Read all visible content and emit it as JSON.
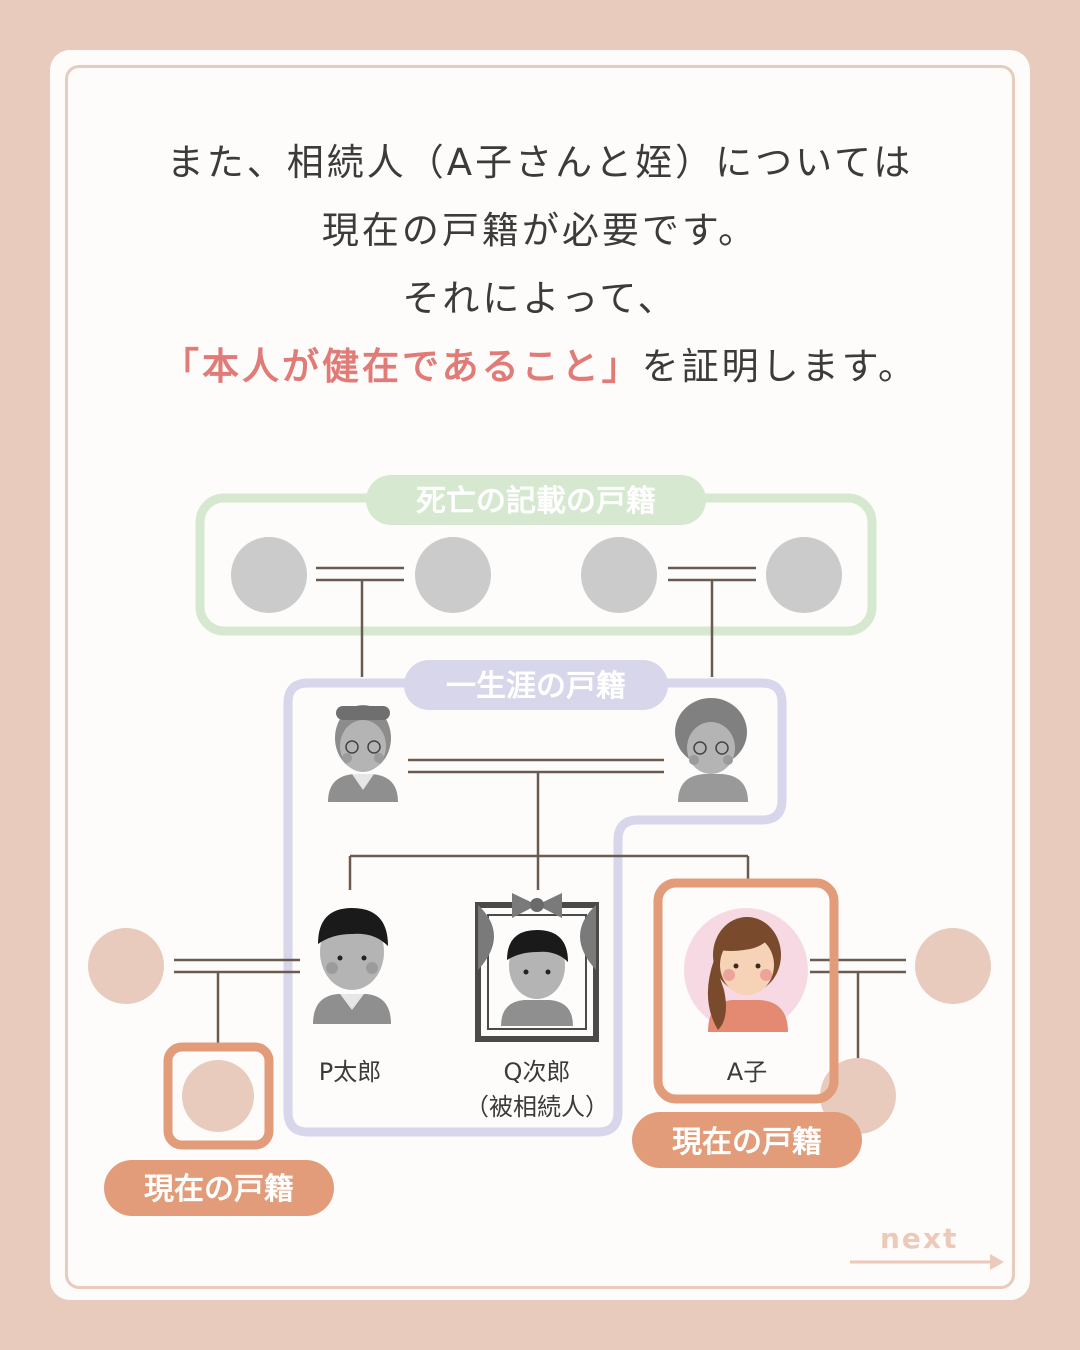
{
  "heading": {
    "line1": "また、相続人（A子さんと姪）については",
    "line2": "現在の戸籍が必要です。",
    "line3": "それによって、",
    "line4_highlight": "「本人が健在であること」",
    "line4_rest": "を証明します。"
  },
  "labels": {
    "death_record": "死亡の記載の戸籍",
    "lifetime_record": "一生涯の戸籍",
    "current_record_left": "現在の戸籍",
    "current_record_right": "現在の戸籍"
  },
  "people": {
    "p_taro": "P太郎",
    "q_jiro_name": "Q次郎",
    "q_jiro_role": "（被相続人）",
    "a_ko": "A子"
  },
  "nav": {
    "next": "next"
  },
  "colors": {
    "background": "#e8cbbd",
    "green_frame": "#d6e8cf",
    "purple_frame": "#d7d6ea",
    "orange_frame": "#e29c79",
    "highlight_text": "#e07b78",
    "line": "#6b5a50"
  }
}
